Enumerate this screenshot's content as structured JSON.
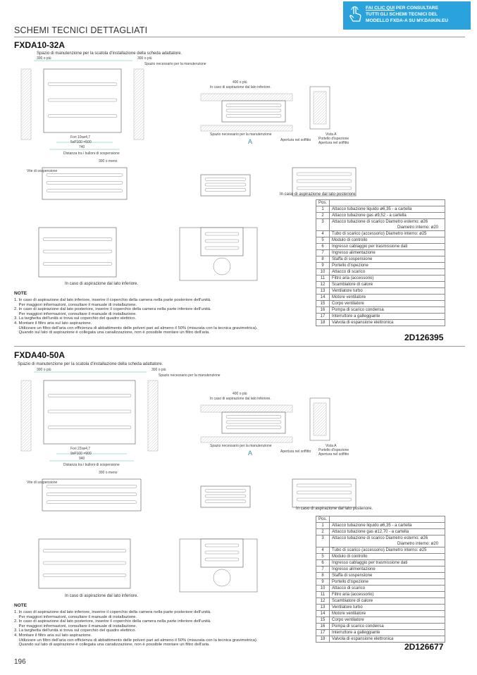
{
  "banner": {
    "link": "FAI CLIC QUI",
    "line1_rest": " PER CONSULTARE",
    "line2": "TUTTI GLI SCHEMI TECNICI DEL",
    "line3": "MODELLO FXDA-A SU MY.DAIKIN.EU",
    "icon": "hand-pointer-icon",
    "color": "#2aa3dc"
  },
  "section_title": "SCHEMI TECNICI DETTAGLIATI",
  "models": [
    {
      "title": "FXDA10-32A",
      "subtitle": "Spazio di manutenzione per la scatola d'installazione della scheda adattatore.",
      "labels": {
        "maint_top": "300 o più",
        "maint_note": "Spazio necessario per la manutenzione",
        "bolt_dist": "Distanza tra i bulloni di sospensione",
        "holes": "Fori 10xø4,7",
        "holes_pitch": "5xP100 =500",
        "width": "740",
        "inlet_bottom": "In caso di aspirazione dal lato inferiore.",
        "clear_400": "400 o più",
        "ceiling_opening": "Apertura nel soffitto",
        "view_a": "Vista A",
        "inspection": "Portello d'ispezione",
        "inspection_opening": "Apertura nel soffitto",
        "arrow_a": "A",
        "hanger_bolt": "Vite di sospensione",
        "min_300": "300 o meno",
        "inlet_rear": "In caso di aspirazione dal lato posteriore."
      },
      "table_header": "Pos.",
      "parts": [
        {
          "pos": "1",
          "desc": "Attacco tubazione liquido ø6,35 - a cartella"
        },
        {
          "pos": "2",
          "desc": "Attacco tubazione gas ø9,52 - a cartella"
        },
        {
          "pos": "3",
          "desc": "Attacco tubazione di scarico Diametro esterno: ø26",
          "desc2": "Diametro interno: ø20"
        },
        {
          "pos": "4",
          "desc": "Tubo di scarico (accessorio) Diametro interno: ø25"
        },
        {
          "pos": "5",
          "desc": "Modulo di controllo"
        },
        {
          "pos": "6",
          "desc": "Ingresso cablaggio per trasmissione dati"
        },
        {
          "pos": "7",
          "desc": "Ingresso alimentazione"
        },
        {
          "pos": "8",
          "desc": "Staffa di sospensione"
        },
        {
          "pos": "9",
          "desc": "Portello d'ispezione"
        },
        {
          "pos": "10",
          "desc": "Attacco di scarico"
        },
        {
          "pos": "11",
          "desc": "Filtro aria (accessorio)"
        },
        {
          "pos": "12",
          "desc": "Scambiatore di calore"
        },
        {
          "pos": "13",
          "desc": "Ventilatore turbo"
        },
        {
          "pos": "14",
          "desc": "Motore ventilatore"
        },
        {
          "pos": "15",
          "desc": "Corpo ventilatore"
        },
        {
          "pos": "16",
          "desc": "Pompa di scarico condensa"
        },
        {
          "pos": "17",
          "desc": "Interruttore a galleggiante"
        },
        {
          "pos": "18",
          "desc": "Valvola di espansione elettronica"
        }
      ],
      "code": "2D126395"
    },
    {
      "title": "FXDA40-50A",
      "subtitle": "Spazio di manutenzione per la scatola d'installazione della scheda adattatore.",
      "labels": {
        "maint_top": "300 o più",
        "maint_note": "Spazio necessario per la manutenzione",
        "bolt_dist": "Distanza tra i bulloni di sospensione",
        "holes": "Fori 22xø4,7",
        "holes_pitch": "9xP100 =900",
        "width": "940",
        "inlet_bottom": "In caso di aspirazione dal lato inferiore.",
        "clear_400": "400 o più",
        "ceiling_opening": "Apertura nel soffitto",
        "view_a": "Vista A",
        "inspection": "Portello d'ispezione",
        "inspection_opening": "Apertura nel soffitto",
        "arrow_a": "A",
        "hanger_bolt": "Vite di sospensione",
        "min_300": "300 o meno",
        "inlet_rear": "In caso di aspirazione dal lato posteriore."
      },
      "table_header": "Pos.",
      "parts": [
        {
          "pos": "1",
          "desc": "Attacco tubazione liquido ø6,35 - a cartella"
        },
        {
          "pos": "2",
          "desc": "Attacco tubazione gas ø12,70 - a cartella"
        },
        {
          "pos": "3",
          "desc": "Attacco tubazione di scarico Diametro esterno: ø26",
          "desc2": "Diametro interno: ø20"
        },
        {
          "pos": "4",
          "desc": "Tubo di scarico (accessorio) Diametro interno: ø25"
        },
        {
          "pos": "5",
          "desc": "Modulo di controllo"
        },
        {
          "pos": "6",
          "desc": "Ingresso cablaggio per trasmissione dati"
        },
        {
          "pos": "7",
          "desc": "Ingresso alimentazione"
        },
        {
          "pos": "8",
          "desc": "Staffa di sospensione"
        },
        {
          "pos": "9",
          "desc": "Portello d'ispezione"
        },
        {
          "pos": "10",
          "desc": "Attacco di scarico"
        },
        {
          "pos": "11",
          "desc": "Filtro aria (accessorio)"
        },
        {
          "pos": "12",
          "desc": "Scambiatore di calore"
        },
        {
          "pos": "13",
          "desc": "Ventilatore turbo"
        },
        {
          "pos": "14",
          "desc": "Motore ventilatore"
        },
        {
          "pos": "15",
          "desc": "Corpo ventilatore"
        },
        {
          "pos": "16",
          "desc": "Pompa di scarico condensa"
        },
        {
          "pos": "17",
          "desc": "Interruttore a galleggiante"
        },
        {
          "pos": "18",
          "desc": "Valvola di espansione elettronica"
        }
      ],
      "code": "2D126677"
    }
  ],
  "notes": {
    "heading": "NOTE",
    "lines": [
      "1. In caso di aspirazione dal lato inferiore, inserire il coperchio della camera nella parte posteriore dell'unità.",
      "    Per maggiori informazioni, consultare il manuale di installazione.",
      "2. In caso di aspirazione dal lato posteriore, inserire il coperchio della camera nella parte inferiore dell'unità.",
      "    Per maggiori informazioni, consultare il manuale di installazione.",
      "3. La targhetta dell'unità si trova sul coperchio del quadro elettrico.",
      "4. Montare il filtro aria sul lato aspirazione.",
      "    Utilizzare un filtro dell'aria con efficienza di abbattimento delle polveri pari ad almeno il 50% (misurata con la tecnica gravimetrica).",
      "    Quando sul lato di aspirazione è collegata una canalizzazione, non è possibile montare un filtro dell'aria."
    ]
  },
  "page_number": "196"
}
